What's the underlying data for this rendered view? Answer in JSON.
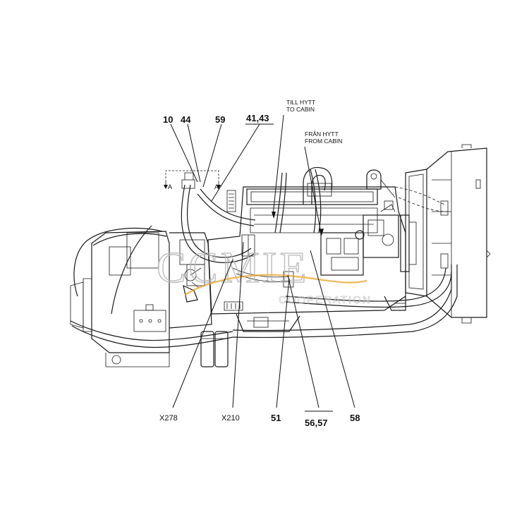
{
  "labels": {
    "c10": "10",
    "c44": "44",
    "c59": "59",
    "c4143": "41,43",
    "x278": "X278",
    "x210": "X210",
    "c51": "51",
    "c5657": "56,57",
    "c58": "58"
  },
  "annotations": {
    "till_hytt": "TILL HYTT",
    "to_cabin": "TO CABIN",
    "fran_hytt": "FRÅN HYTT",
    "from_cabin": "FROM CABIN",
    "view_a_left": "A",
    "view_a_right": "A"
  },
  "watermark": {
    "brand": "CCMIE",
    "tagline": "COOPERATION",
    "accent_color": "#e8a020"
  }
}
